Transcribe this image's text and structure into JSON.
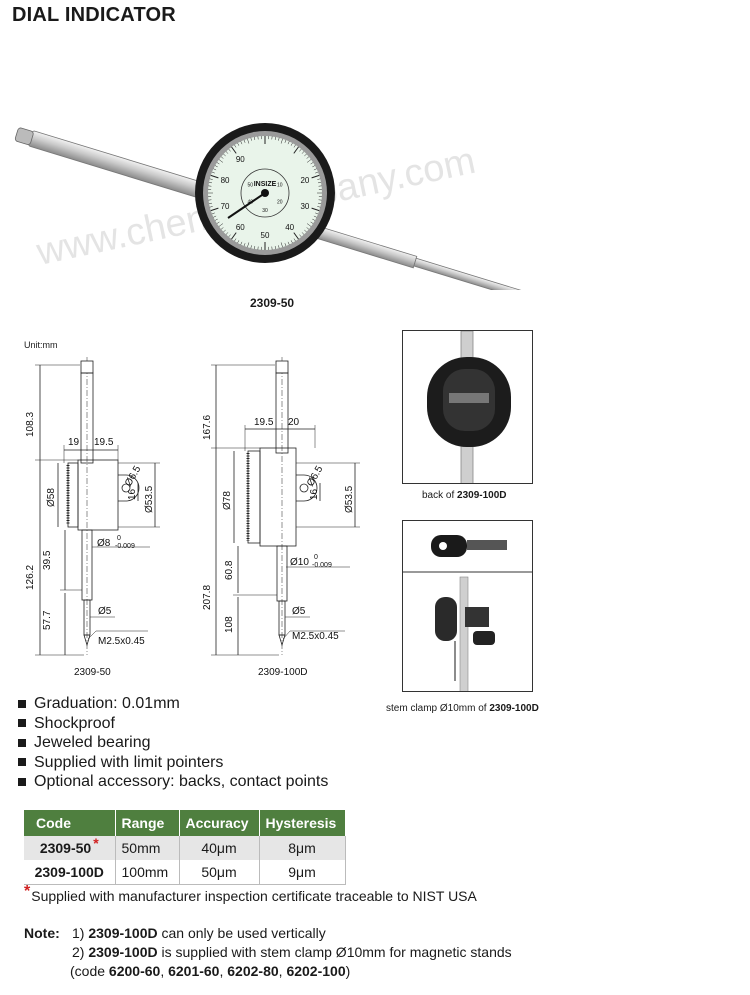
{
  "page": {
    "title": "DIAL INDICATOR",
    "hero_caption": "2309-50",
    "watermark": "www.chenqi company.com"
  },
  "drawings": {
    "unit_label": "Unit:mm",
    "left": {
      "caption": "2309-50",
      "dims": [
        "108.3",
        "19",
        "19.5",
        "Ø6.5",
        "16",
        "Ø58",
        "Ø53.5",
        "39.5",
        "Ø8",
        "0",
        "-0.009",
        "126.2",
        "57.7",
        "Ø5",
        "M2.5x0.45"
      ]
    },
    "right": {
      "caption": "2309-100D",
      "dims": [
        "167.6",
        "19.5",
        "20",
        "Ø6.5",
        "16",
        "Ø78",
        "Ø53.5",
        "60.8",
        "Ø10",
        "0",
        "-0.009",
        "207.8",
        "108",
        "Ø5",
        "M2.5x0.45"
      ]
    }
  },
  "dial_face": {
    "outer_numbers": [
      "20",
      "30",
      "40",
      "50",
      "60",
      "70",
      "80",
      "90"
    ],
    "inner_numbers": [
      "10",
      "20",
      "30",
      "40",
      "50"
    ],
    "brand": "INSIZE"
  },
  "photos": {
    "back": {
      "caption_prefix": "back of ",
      "caption_code": "2309-100D"
    },
    "stem_clamp": {
      "caption_prefix": "stem clamp Ø10mm of ",
      "caption_code": "2309-100D"
    }
  },
  "features": [
    "Graduation: 0.01mm",
    "Shockproof",
    "Jeweled bearing",
    "Supplied with limit pointers",
    "Optional accessory: backs, contact points"
  ],
  "spec_table": {
    "headers": [
      "Code",
      "Range",
      "Accuracy",
      "Hysteresis"
    ],
    "rows": [
      {
        "code": "2309-50",
        "asterisk": "*",
        "range": "50mm",
        "accuracy": "40μm",
        "hysteresis": "8μm"
      },
      {
        "code": "2309-100D",
        "asterisk": "",
        "range": "100mm",
        "accuracy": "50μm",
        "hysteresis": "9μm"
      }
    ]
  },
  "footnote": {
    "asterisk": "*",
    "text": "Supplied with manufacturer inspection certificate traceable to NIST USA"
  },
  "note": {
    "label": "Note:",
    "line1_prefix": "1) ",
    "line1_code": "2309-100D",
    "line1_text": " can only be used vertically",
    "line2_prefix": "2) ",
    "line2_code": "2309-100D",
    "line2_text": " is supplied with stem clamp Ø10mm for magnetic stands",
    "line3_prefix": "(code ",
    "line3_codes": [
      "6200-60",
      "6201-60",
      "6202-80",
      "6202-100"
    ],
    "line3_sep": ", ",
    "line3_suffix": ")"
  },
  "colors": {
    "table_header": "#4f7f3f",
    "row_shade": "#e6e6e6",
    "asterisk": "#d02020",
    "dial_face": "#e9f4ea"
  }
}
